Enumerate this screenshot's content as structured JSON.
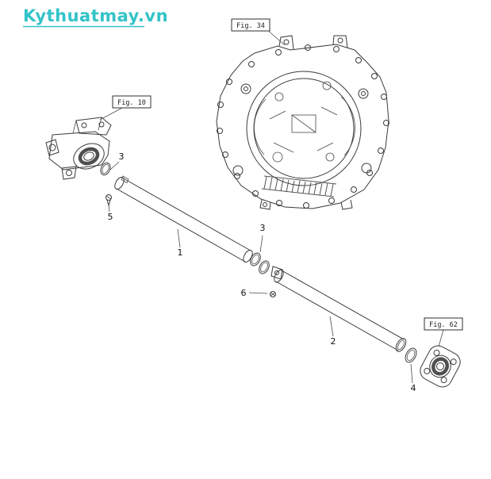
{
  "watermark": {
    "text": "Kythuatmay.vn",
    "color": "#33c3c8"
  },
  "figures": {
    "fig34": "Fig. 34",
    "fig10": "Fig. 10",
    "fig62": "Fig. 62"
  },
  "parts": {
    "p1": "1",
    "p2": "2",
    "p3a": "3",
    "p3b": "3",
    "p4": "4",
    "p5": "5",
    "p6": "6"
  }
}
